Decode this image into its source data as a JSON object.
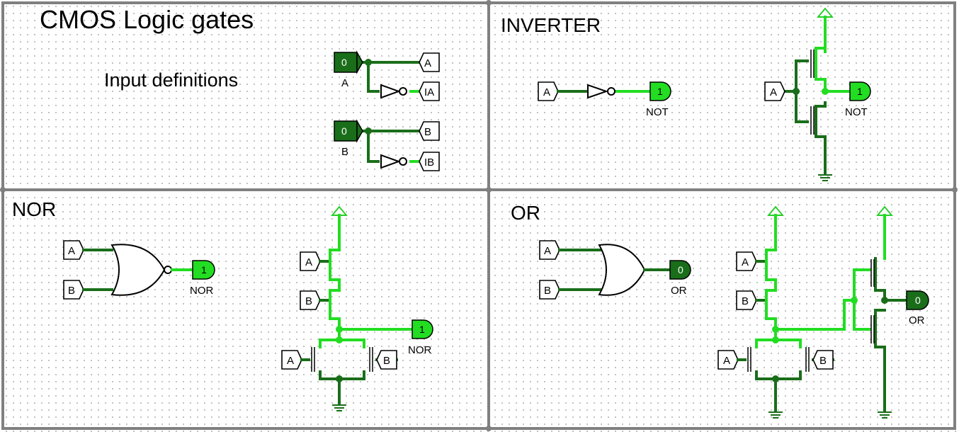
{
  "title": "CMOS Logic gates",
  "subtitle": "Input definitions",
  "sections": {
    "inverter": "INVERTER",
    "nor": "NOR",
    "or": "OR"
  },
  "inputs": {
    "a": {
      "label": "A",
      "value": "0"
    },
    "b": {
      "label": "B",
      "value": "0"
    }
  },
  "tunnels": {
    "a": "A",
    "b": "B",
    "ia": "IA",
    "ib": "IB"
  },
  "outputs": {
    "not_gate": {
      "label": "NOT",
      "value": "1"
    },
    "not_cmos": {
      "label": "NOT",
      "value": "1"
    },
    "nor_gate": {
      "label": "NOR",
      "value": "1"
    },
    "nor_cmos": {
      "label": "NOR",
      "value": "1"
    },
    "or_gate": {
      "label": "OR",
      "value": "0"
    },
    "or_cmos": {
      "label": "OR",
      "value": "0"
    }
  },
  "colors": {
    "wire_low": "#1a6e1a",
    "wire_high": "#22dd22",
    "frame": "#808080",
    "background": "#ffffff"
  }
}
